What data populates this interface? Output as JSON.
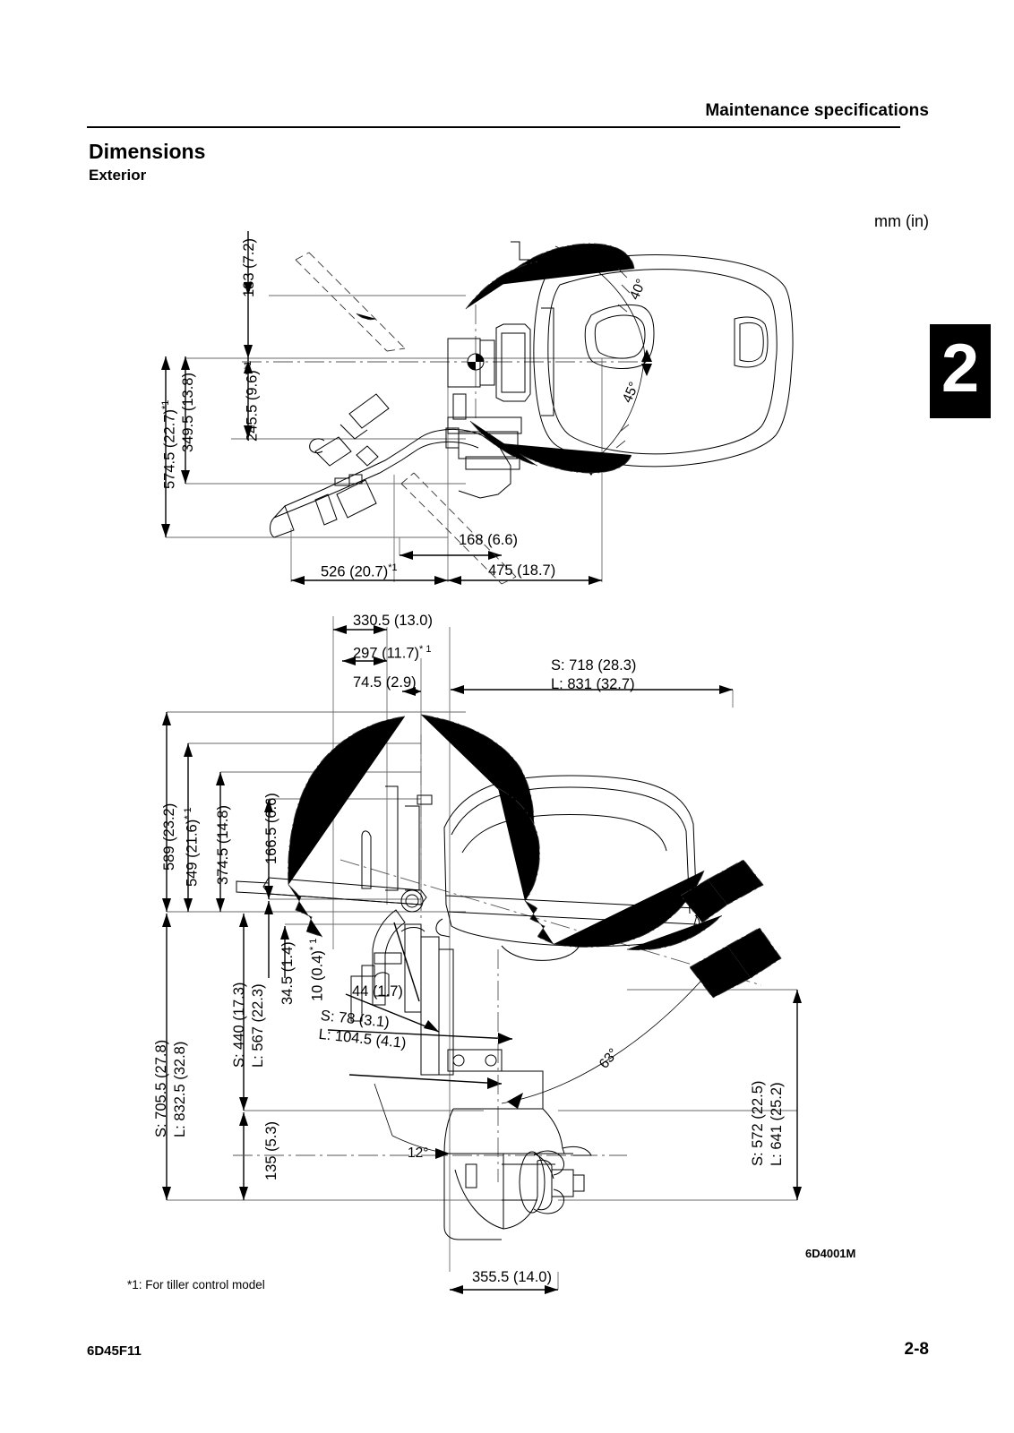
{
  "header": {
    "section_title": "Maintenance specifications",
    "page_heading": "Dimensions",
    "page_subheading": "Exterior",
    "units_label": "mm (in)",
    "chapter_number": "2"
  },
  "footer": {
    "document_code": "6D45F11",
    "page_number": "2-8",
    "figure_id": "6D4001M",
    "footnote": "*1: For tiller control model"
  },
  "top_view": {
    "vertical_dims": [
      {
        "name": "183",
        "label": "183 (7.2)"
      },
      {
        "name": "574_5",
        "label": "574.5 (22.7)",
        "note": "*1"
      },
      {
        "name": "349_5",
        "label": "349.5 (13.8)"
      },
      {
        "name": "245_5",
        "label": "245.5 (9.6)",
        "note": "*1"
      }
    ],
    "horizontal_dims": [
      {
        "name": "526",
        "label": "526 (20.7)",
        "note": "*1"
      },
      {
        "name": "168",
        "label": "168 (6.6)"
      },
      {
        "name": "475",
        "label": "475 (18.7)"
      }
    ],
    "angles": [
      {
        "name": "steer-port",
        "label": "40°"
      },
      {
        "name": "steer-stbd",
        "label": "45°"
      }
    ]
  },
  "side_view": {
    "top_dims": [
      {
        "name": "330_5",
        "label": "330.5 (13.0)"
      },
      {
        "name": "297",
        "label": "297 (11.7)",
        "note": "* 1"
      },
      {
        "name": "74_5",
        "label": "74.5 (2.9)"
      }
    ],
    "transom_length": {
      "name": "overall-length",
      "short": "S: 718 (28.3)",
      "long": "L: 831 (32.7)"
    },
    "left_dims": [
      {
        "name": "589",
        "label": "589 (23.2)"
      },
      {
        "name": "549",
        "label": "549 (21.6)",
        "note": "* 1"
      },
      {
        "name": "374_5",
        "label": "374.5 (14.8)"
      },
      {
        "name": "166_5",
        "label": "166.5 (6.6)"
      },
      {
        "name": "135",
        "label": "135 (5.3)"
      },
      {
        "name": "34_5",
        "label": "34.5 (1.4)"
      },
      {
        "name": "10",
        "label": "10 (0.4)",
        "note": "* 1"
      },
      {
        "name": "44",
        "label": "44 (1.7)"
      }
    ],
    "left_dims_sl": [
      {
        "name": "overall-height",
        "short": "S: 705.5 (27.8)",
        "long": "L: 832.5 (32.8)"
      },
      {
        "name": "shaft-height",
        "short": "S: 440 (17.3)",
        "long": "L: 567 (22.3)"
      },
      {
        "name": "mount-offset",
        "short": "S: 78 (3.1)",
        "long": "L: 104.5 (4.1)"
      }
    ],
    "right_dims_sl": [
      {
        "name": "transom-height",
        "short": "S: 572 (22.5)",
        "long": "L: 641 (25.2)"
      }
    ],
    "bottom_dim": {
      "name": "355_5",
      "label": "355.5 (14.0)"
    },
    "angles": [
      {
        "name": "tilt-range",
        "label": "63°"
      },
      {
        "name": "trim-angle",
        "label": "12°"
      }
    ]
  }
}
